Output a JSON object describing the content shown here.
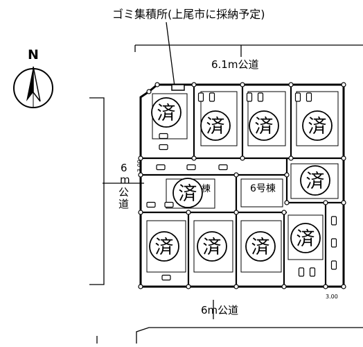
{
  "callout": {
    "garbage_point": "ゴミ集積所(上尾市に採納予定)"
  },
  "compass": {
    "north_label": "N"
  },
  "roads": {
    "north": "6.1m公道",
    "west": [
      "6",
      "m",
      "公",
      "道"
    ],
    "south": "6m公道"
  },
  "dimensions": {
    "west_offset": "3.00",
    "south_offset": "3.00"
  },
  "lots": {
    "sold_mark": "済",
    "unit_6": "6号棟",
    "unit_partial": "棟"
  }
}
